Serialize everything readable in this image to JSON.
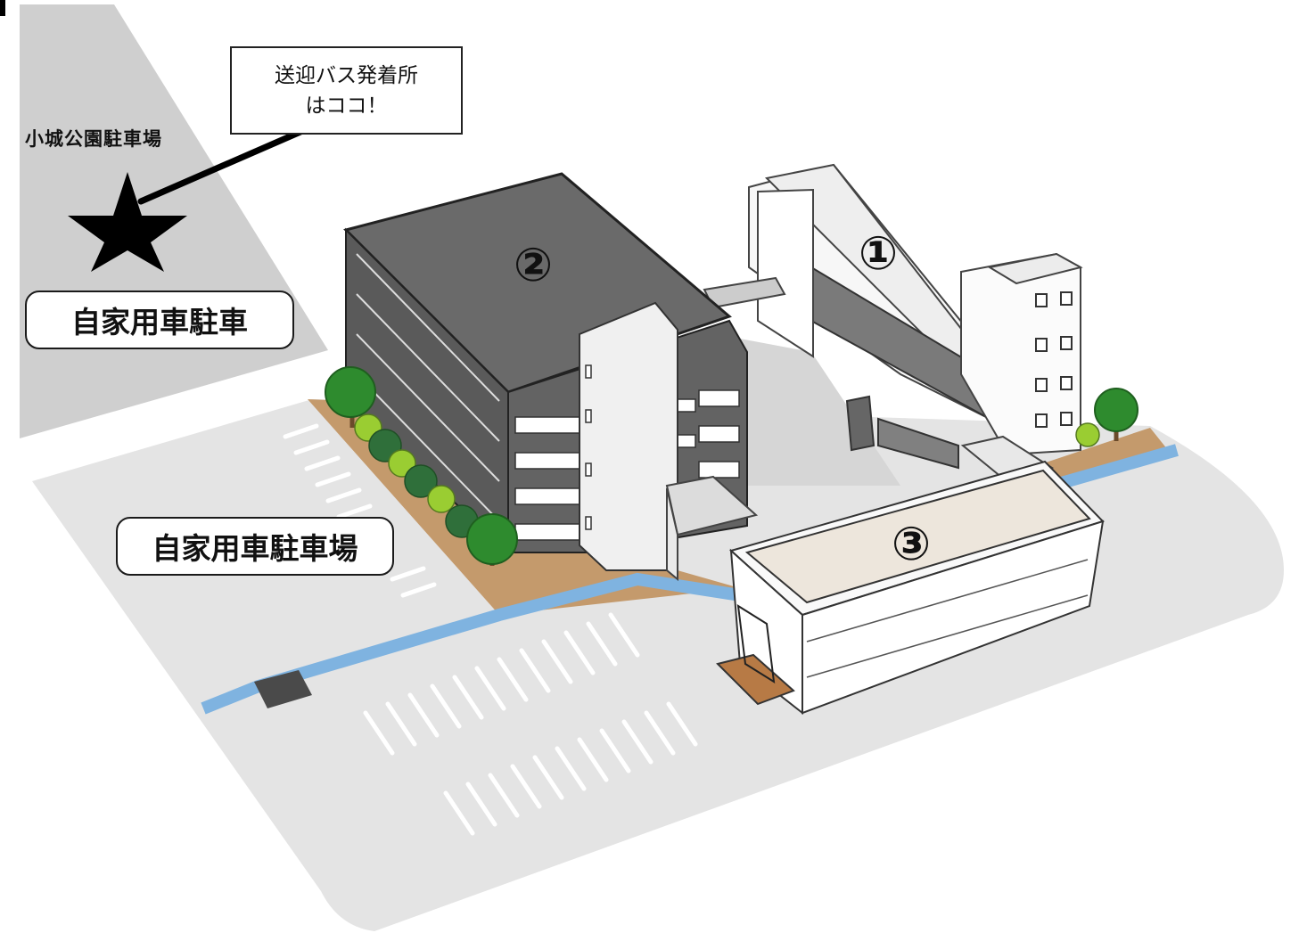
{
  "labels": {
    "park_parking": "小城公園駐車場",
    "private_parking_top": "自家用車駐車",
    "private_parking_main": "自家用車駐車場"
  },
  "callout": {
    "line1": "送迎バス発着所",
    "line2": "はココ！"
  },
  "buildings": {
    "b1": "①",
    "b2": "②",
    "b3": "③"
  },
  "icons": {
    "bus_stop_marker": "star-icon"
  },
  "colors": {
    "park_lot": "#cfcfcf",
    "main_lot": "#e3e3e3",
    "dirt": "#c49a6c",
    "water": "#7fb3e0",
    "building_dark": "#5e5e5e",
    "building_light": "#f5f5f5",
    "roof_beige": "#ede6dc",
    "tree_dark": "#2e8b2e",
    "tree_light": "#9acd32"
  }
}
